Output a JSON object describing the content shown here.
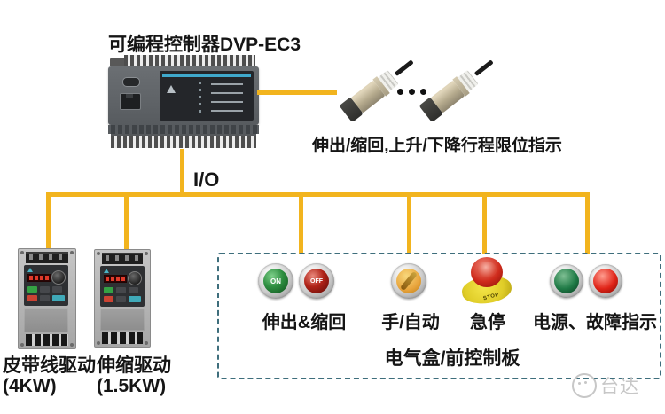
{
  "title": "可编程控制器DVP-EC3",
  "io_label": "I/O",
  "sensors": {
    "caption": "伸出/缩回,上升/下降行程限位指示",
    "count_hint": "ellipsis-three-dots"
  },
  "drives": [
    {
      "label": "皮带线驱动",
      "power": "(4KW)"
    },
    {
      "label": "伸缩驱动",
      "power": "(1.5KW)"
    }
  ],
  "control_panel": {
    "box_label": "电气盒/前控制板",
    "groups": [
      {
        "label": "伸出&缩回",
        "on_text": "ON",
        "off_text": "OFF"
      },
      {
        "label": "手/自动"
      },
      {
        "label": "急停",
        "stop_text": "STOP"
      },
      {
        "label": "电源、故障指示"
      }
    ]
  },
  "watermark": "台达",
  "colors": {
    "wire_yellow": "#F2B41E",
    "dashed_border": "#3E6E7C",
    "plc_stripe_blue": "#3FA9CC",
    "button_green": "#2F8F41",
    "button_red": "#B02318",
    "selector_amber": "#E8A43C",
    "estop_red": "#CF2B1C",
    "estop_base_yellow": "#E0CD28",
    "indicator_green": "#1F7A46",
    "indicator_red": "#E02418"
  }
}
